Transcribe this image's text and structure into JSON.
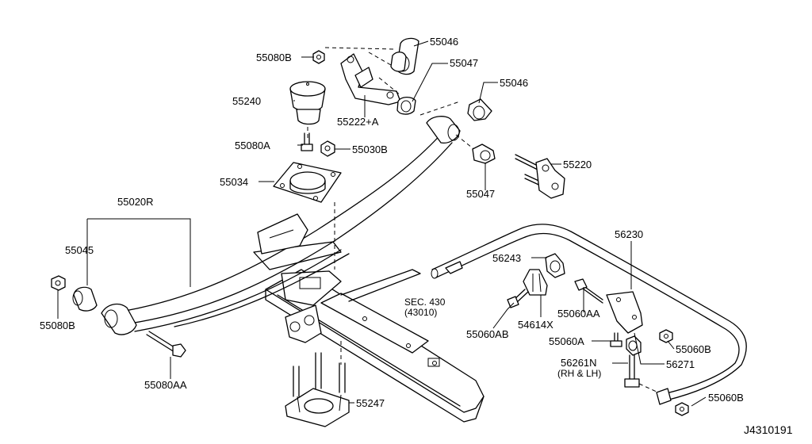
{
  "diagram_code": "J4310191",
  "callouts": {
    "p55080B_top": "55080B",
    "p55046_a": "55046",
    "p55047_a": "55047",
    "p55240": "55240",
    "p55222A": "55222+A",
    "p55046_b": "55046",
    "p55080A_a": "55080A",
    "p55030B": "55030B",
    "p55220": "55220",
    "p55034": "55034",
    "p55047_b": "55047",
    "p55020R": "55020R",
    "p56230": "56230",
    "p55045": "55045",
    "p56243": "56243",
    "sec_line1": "SEC. 430",
    "sec_line2": "(43010)",
    "p55060AA": "55060AA",
    "p55080B_left": "55080B",
    "p54614X": "54614X",
    "p55060AB": "55060AB",
    "p55060A": "55060A",
    "p55060B_a": "55060B",
    "p56261N": "56261N",
    "p56261N_sub": "(RH & LH)",
    "p56271": "56271",
    "p55080AA": "55080AA",
    "p55247": "55247",
    "p55060B_b": "55060B"
  }
}
